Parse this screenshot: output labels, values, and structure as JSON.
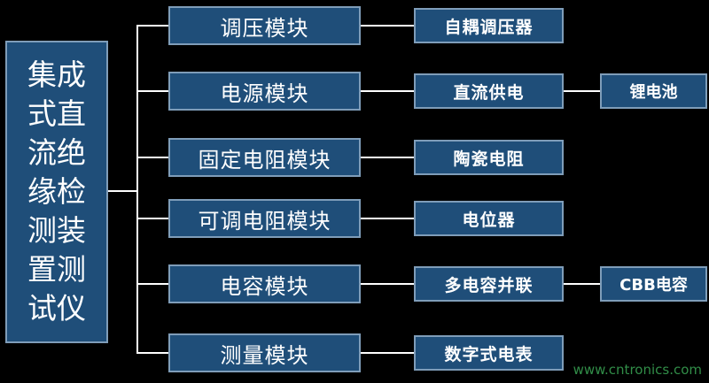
{
  "root": "集成式直流绝缘检测装置测试仪",
  "modules": [
    {
      "label": "调压模块",
      "component": "自耦调压器",
      "extra": null
    },
    {
      "label": "电源模块",
      "component": "直流供电",
      "extra": "锂电池"
    },
    {
      "label": "固定电阻模块",
      "component": "陶瓷电阻",
      "extra": null
    },
    {
      "label": "可调电阻模块",
      "component": "电位器",
      "extra": null
    },
    {
      "label": "电容模块",
      "component": "多电容并联",
      "extra": "CBB电容"
    },
    {
      "label": "测量模块",
      "component": "数字式电表",
      "extra": null
    }
  ],
  "watermark": "www.cntronics.com",
  "colors": {
    "background": "#000000",
    "box_fill": "#1f4e79",
    "box_border": "#7f9db9",
    "connector": "#ffffff",
    "watermark": "#3aa655"
  }
}
